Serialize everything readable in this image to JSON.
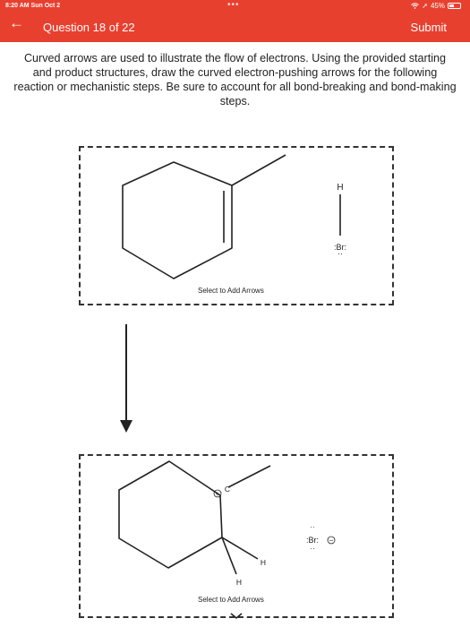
{
  "status_bar": {
    "time": "8:20 AM  Sun Oct 2",
    "dots": "•••",
    "battery": "45%"
  },
  "header": {
    "back_icon": "arrow-left-icon",
    "title": "Question 18 of 22",
    "submit_label": "Submit"
  },
  "question": {
    "prompt": "Curved arrows are used to illustrate the flow of electrons. Using the provided starting and product structures, draw the curved electron-pushing arrows for the following reaction or mechanistic steps. Be sure to account for all bond-breaking and bond-making steps."
  },
  "reactant_panel": {
    "h_label": "H",
    "br_label": ":Br:",
    "select_label": "Select to Add Arrows"
  },
  "product_panel": {
    "carbon_label": "C",
    "plus_charge": "+",
    "h_label_right": "H",
    "h_label_bottom": "H",
    "br_label": ":Br:",
    "minus_charge": "−",
    "select_label": "Select to Add Arrows"
  },
  "colors": {
    "header_bg": "#e8402f",
    "text": "#222222"
  }
}
